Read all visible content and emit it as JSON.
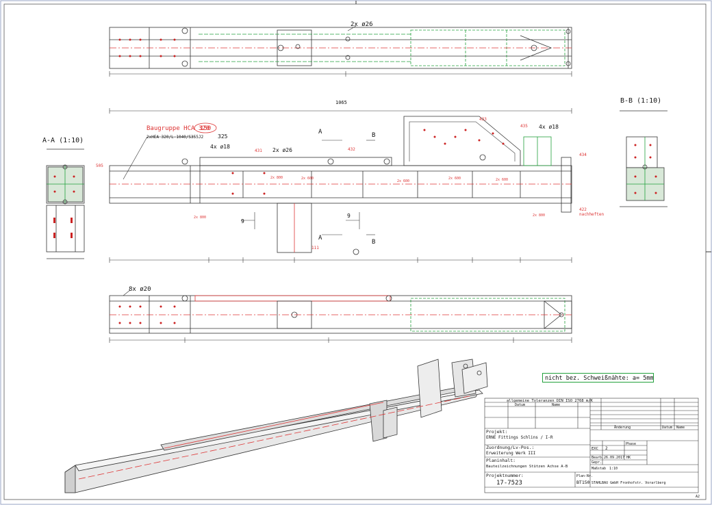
{
  "title_block": {
    "tolerance_header": "allgemeine Toleranzen DIN ISO 2768 m/K",
    "col_date": "Datum",
    "col_name": "Name",
    "col_index": "Änderung",
    "project_label": "Projekt:",
    "project_value": "ERNE Fittings Schlins / I-R",
    "assignment_label": "Zuordnung/Lv-Pos.:",
    "assignment_value": "Erweiterung Werk III",
    "plan_label": "Planinhalt:",
    "plan_value": "Bauteilzeichnungen Stützen Achse A-B",
    "project_number_label": "Projektnummer:",
    "project_number_value": "17-7523",
    "plan_no_label": "Plan-Nr.",
    "plan_no_value": "BT150",
    "phase_label": "Phase",
    "exc_label": "EXC",
    "exc_value": "2",
    "drawn_label": "Bearb.",
    "drawn_date": "26.09.2017",
    "drawn_name": "HK",
    "checked_label": "Gepr.",
    "scale_label": "Maßstab",
    "scale_value": "1:10",
    "company": "STAHLBAU GmbH Fronhofstr. Vorarlberg"
  },
  "labels": {
    "weld_note": "nicht bez. Schweißnähte: a= 5mm",
    "section_aa": "A-A (1:10)",
    "section_bb": "B-B (1:10)",
    "group_label": "Baugruppe HCA 320",
    "group_number": "150",
    "profile_note": "2xHEA 320/L-1040/S355J2",
    "qty_325": "325",
    "holes_top": "2x ø26",
    "holes_front1": "4x ø18",
    "holes_front2": "2x ø26",
    "holes_front3": "4x ø18",
    "holes_bottom": "8x ø20",
    "cut_a": "A",
    "cut_b": "B",
    "weld_9": "9",
    "pos_111": "111",
    "pos_422": "422",
    "pos_422_note": "nachheften",
    "pos_431": "431",
    "pos_432": "432",
    "pos_433": "433",
    "pos_434": "434",
    "pos_435": "435",
    "pos_505": "505",
    "pos_2x600": "2x 600",
    "pos_2x800": "2x 800",
    "dim_total": "1065",
    "sheet_corner": "A2"
  }
}
